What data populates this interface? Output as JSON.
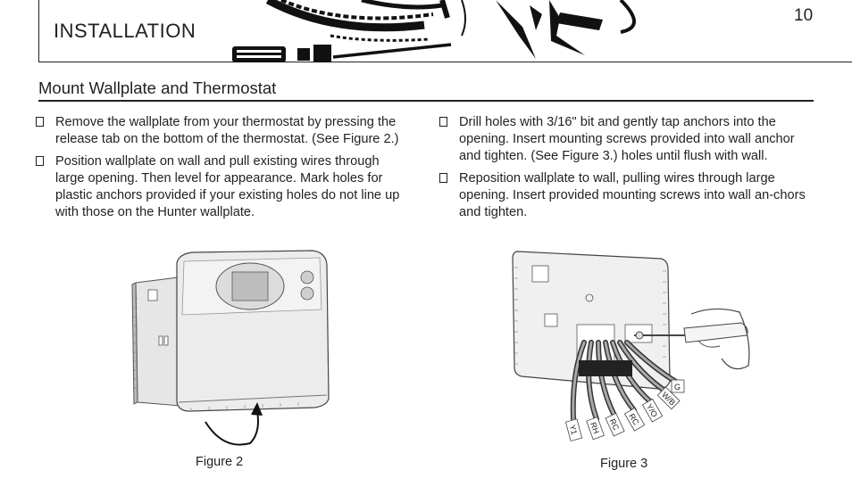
{
  "header": {
    "title": "INSTALLATION",
    "page_number": "10"
  },
  "section": {
    "title": "Mount Wallplate and Thermostat"
  },
  "left_column": {
    "items": [
      "Remove the wallplate from your thermostat by pressing the release tab on the bottom of the thermostat. (See Figure 2.)",
      "Position wallplate on wall and pull existing wires through large opening. Then level for appearance. Mark holes for plastic anchors provided if your existing holes do not line up with those on the Hunter wallplate."
    ]
  },
  "right_column": {
    "items": [
      "Drill holes with 3/16\" bit and gently tap anchors into the opening. Insert mounting screws provided into wall anchor and tighten. (See Figure 3.) holes until flush with wall.",
      "Reposition wallplate to wall, pulling wires through large opening. Insert provided mounting screws into wall an-chors and tighten."
    ]
  },
  "figures": {
    "figure2_caption": "Figure 2",
    "figure3_caption": "Figure 3",
    "wire_labels": {
      "g": "G",
      "wb": "W/B",
      "yo": "Y/O",
      "rc1": "RC",
      "rc2": "RC",
      "rh": "RH",
      "y1": "Y1"
    }
  }
}
